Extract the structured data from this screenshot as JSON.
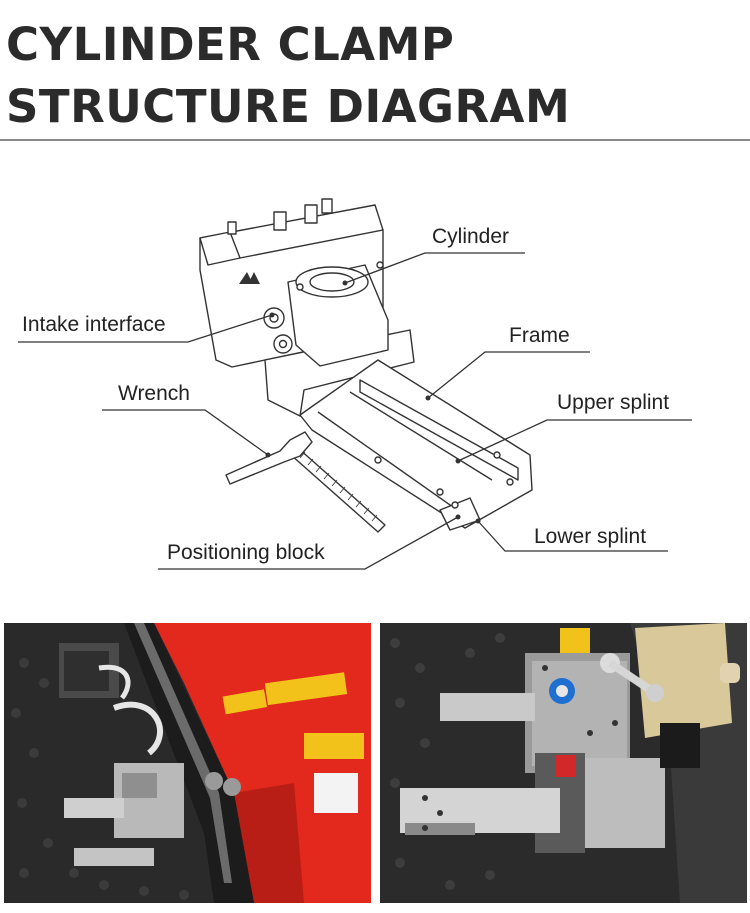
{
  "title": {
    "line1": "CYLINDER CLAMP",
    "line2": "STRUCTURE DIAGRAM"
  },
  "labels": {
    "cylinder": "Cylinder",
    "intake_interface": "Intake interface",
    "frame": "Frame",
    "wrench": "Wrench",
    "upper_splint": "Upper splint",
    "lower_splint": "Lower splint",
    "positioning_block": "Positioning block"
  },
  "colors": {
    "line": "#333333",
    "machine_red": "#e3281e",
    "warning_yellow": "#f2c21b"
  }
}
